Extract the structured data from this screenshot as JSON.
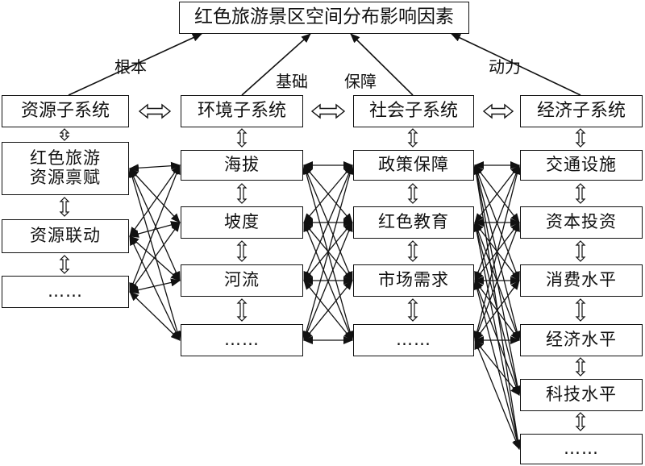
{
  "title": "红色旅游景区空间分布影响因素",
  "arrow_labels": {
    "root": "根本",
    "basis": "基础",
    "guarantee": "保障",
    "power": "动力"
  },
  "systems": {
    "resource": {
      "name": "资源子系统",
      "factors": [
        {
          "line1": "红色旅游",
          "line2": "资源禀赋"
        },
        "资源联动",
        "……"
      ]
    },
    "environment": {
      "name": "环境子系统",
      "factors": [
        "海拔",
        "坡度",
        "河流",
        "……"
      ]
    },
    "social": {
      "name": "社会子系统",
      "factors": [
        "政策保障",
        "红色教育",
        "市场需求",
        "……"
      ]
    },
    "economic": {
      "name": "经济子系统",
      "factors": [
        "交通设施",
        "资本投资",
        "消费水平",
        "经济水平",
        "科技水平",
        "……"
      ]
    }
  }
}
